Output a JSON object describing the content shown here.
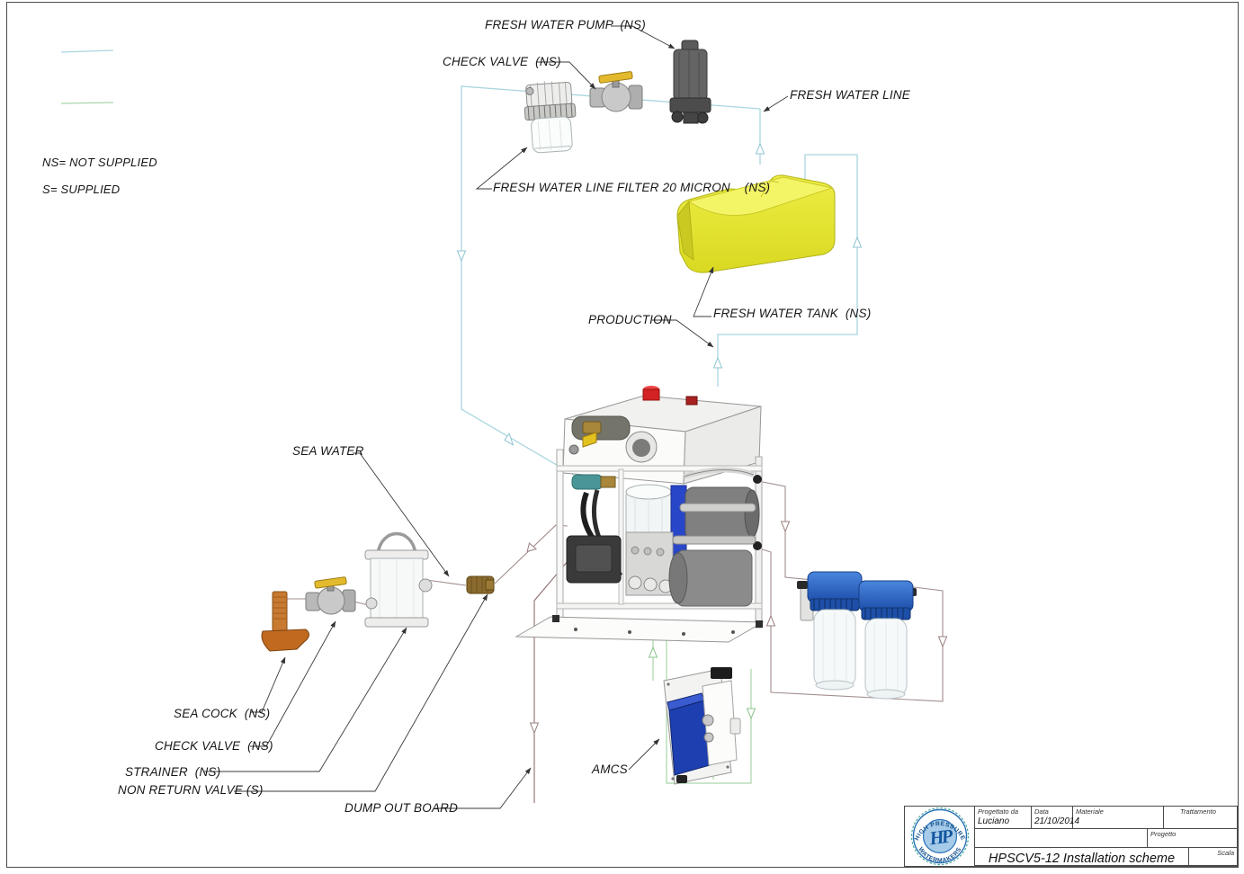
{
  "legend": {
    "ns_label": "NS= NOT SUPPLIED",
    "s_label": "S= SUPPLIED",
    "fresh_water_line_color": "#a9d6de",
    "supplied_line_color": "#a9d6a9",
    "sea_brine_line_color": "#a38d8d",
    "dump_line_color": "#8f6d6d"
  },
  "labels": {
    "fresh_water_pump": "FRESH WATER PUMP  (NS)",
    "check_valve_top": "CHECK VALVE  (NS)",
    "fresh_water_line": "FRESH WATER LINE",
    "fresh_water_filter": "FRESH WATER LINE FILTER 20 MICRON    (NS)",
    "fresh_water_tank": "FRESH WATER TANK  (NS)",
    "production": "PRODUCTION",
    "sea_water": "SEA WATER",
    "sea_cock": "SEA COCK  (NS)",
    "check_valve_bottom": "CHECK VALVE  (NS)",
    "strainer": "STRAINER  (NS)",
    "non_return_valve": "NON RETURN VALVE (S)",
    "dump_out_board": "DUMP OUT BOARD",
    "amcs": "AMCS"
  },
  "title_block": {
    "progettato_da_label": "Progettato da",
    "progettato_da_value": "Luciano",
    "data_label": "Data",
    "data_value": "21/10/2014",
    "materiale_label": "Materiale",
    "trattamento_label": "Trattamento",
    "progetto_label": "Progetto",
    "scala_label": "Scala",
    "title": "HPSCV5-12 Installation scheme"
  },
  "logo": {
    "top_text": "HIGH PRESSURE",
    "bottom_text": "WATERMAKERS",
    "monogram": "HP"
  }
}
